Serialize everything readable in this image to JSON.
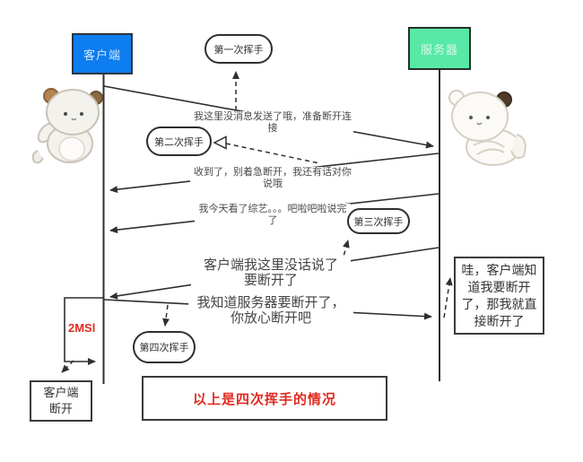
{
  "actors": {
    "client": "客户端",
    "server": "服务器"
  },
  "waves": {
    "w1": "第一次挥手",
    "w2": "第二次挥手",
    "w3": "第三次挥手",
    "w4": "第四次挥手"
  },
  "messages": {
    "m1": "我这里没消息发送了哦，准备断开连接",
    "m2": "收到了，别着急断开，我还有话对你说哦",
    "m3": "我今天看了综艺。。。吧啦吧啦说完了",
    "m4_line1": "客户端我这里没话说了",
    "m4_line2": "要断开了",
    "m5_line1": "我知道服务器要断开了，",
    "m5_line2": "你放心断开吧"
  },
  "notes": {
    "wow": "哇，客户端知道我要断开了，那我就直接断开了",
    "msl": "2MSl",
    "client_closed_line1": "客户端",
    "client_closed_line2": "断开"
  },
  "banner": "以上是四次挥手的情况",
  "colors": {
    "client_blue": "#0d7df0",
    "server_green": "#58e9a6",
    "accent_red": "#e02b20",
    "line_color": "#2f2f2f",
    "text_color": "#3d3d3d"
  }
}
